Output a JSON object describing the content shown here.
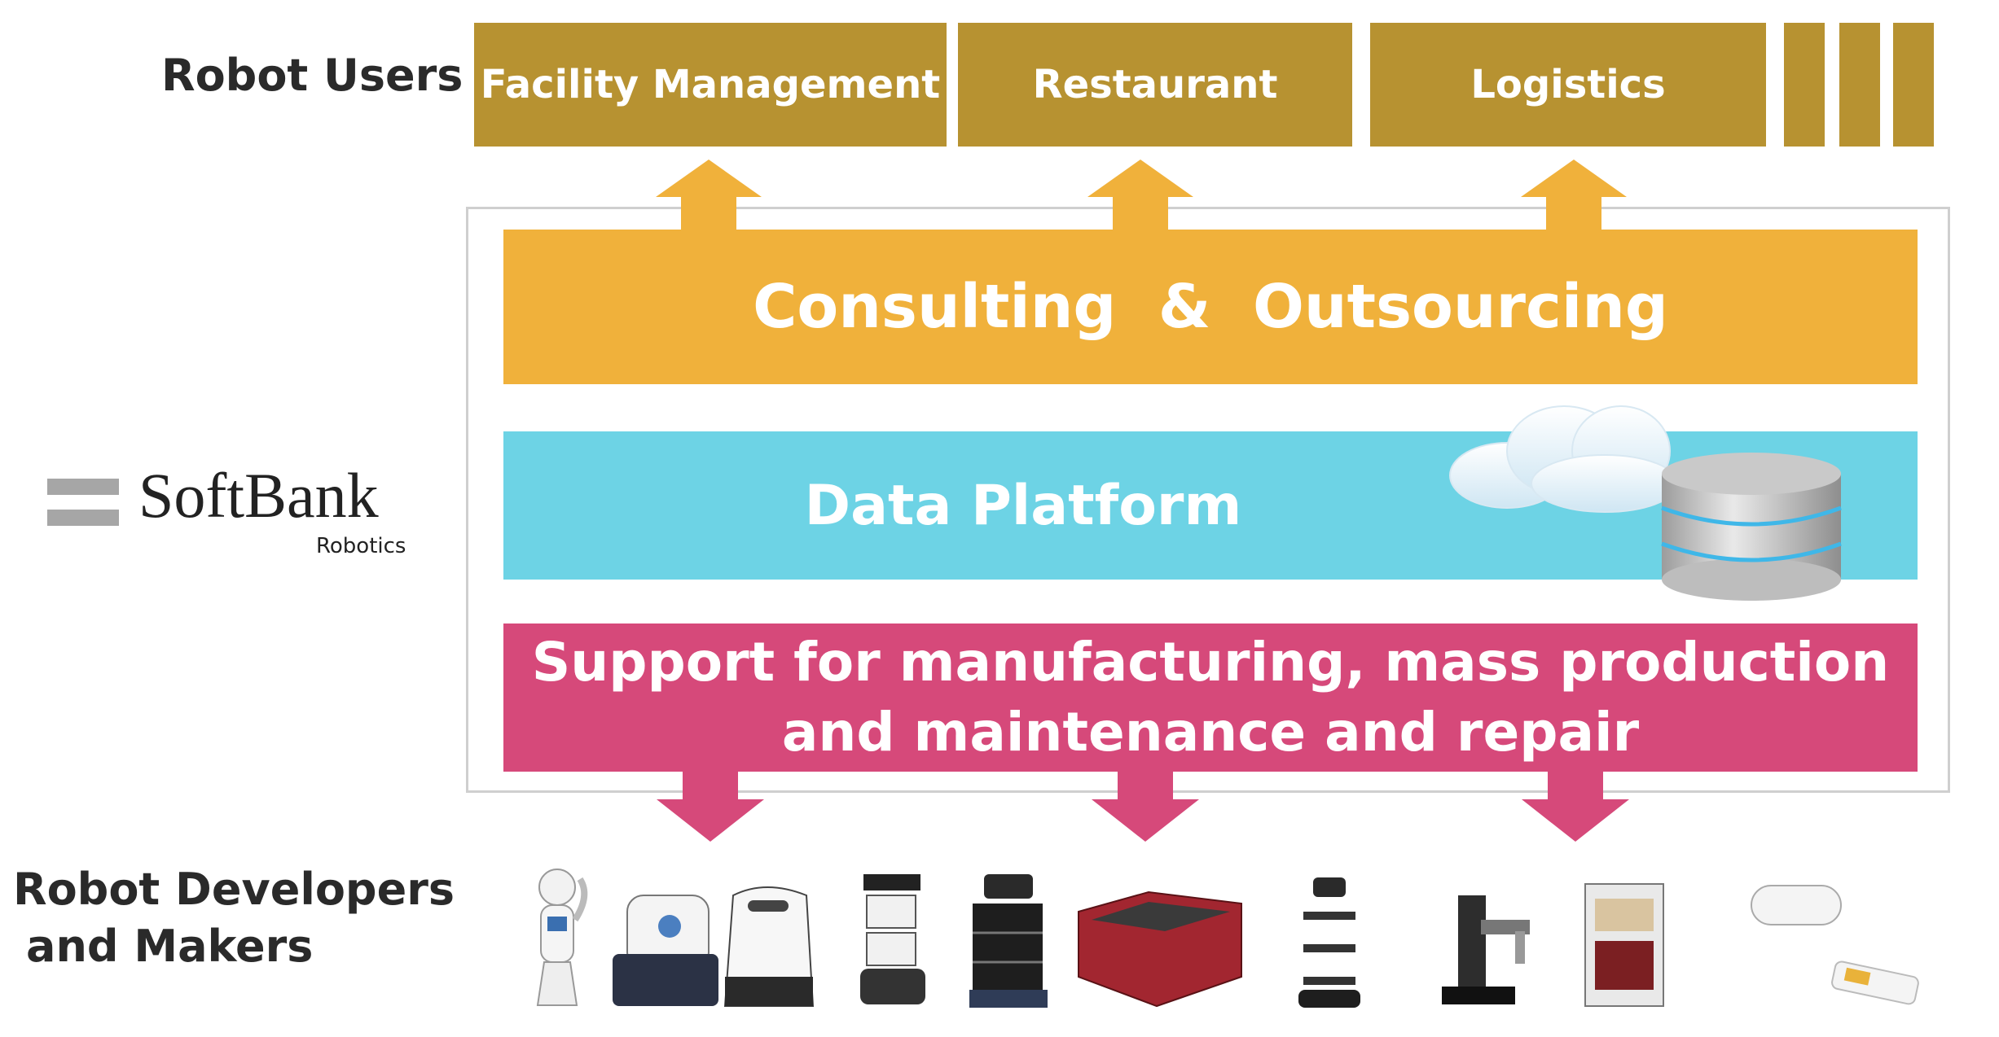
{
  "labels": {
    "robot_users": "Robot Users",
    "developers_line1": "Robot Developers",
    "developers_line2": "and Makers"
  },
  "brand": {
    "name": "SoftBank",
    "sub": "Robotics"
  },
  "user_categories": [
    "Facility Management",
    "Restaurant",
    "Logistics"
  ],
  "layers": {
    "consulting": "Consulting  &  Outsourcing",
    "data_platform": "Data Platform",
    "support_line1": "Support for manufacturing, mass production",
    "support_line2": "and maintenance and repair"
  },
  "colors": {
    "users": "#b79231",
    "consulting": "#f0b13b",
    "data": "#6dd3e5",
    "support": "#d6497a"
  },
  "icons": [
    "cloud-icon",
    "database-icon"
  ]
}
